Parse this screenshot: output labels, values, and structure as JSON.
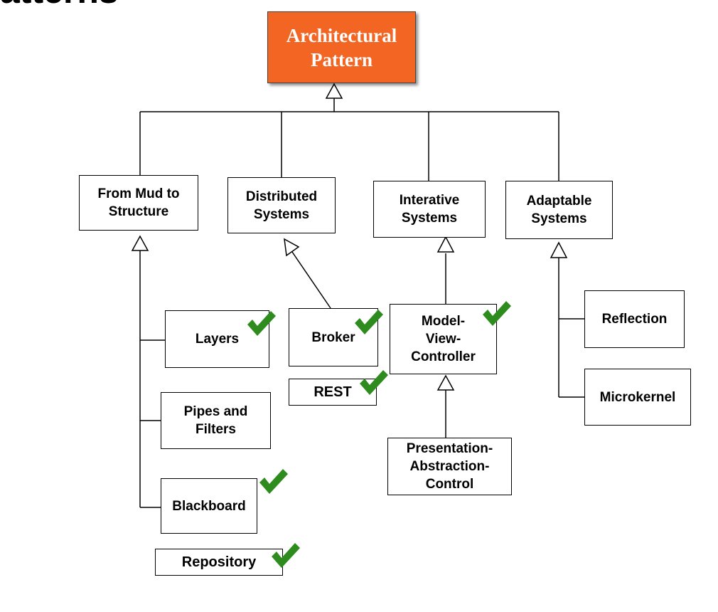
{
  "page_title": "atterns",
  "root": {
    "label": "Architectural\nPattern",
    "color": "#f26522"
  },
  "categories": {
    "mud": "From Mud to\nStructure",
    "distributed": "Distributed\nSystems",
    "interactive": "Interative\nSystems",
    "adaptable": "Adaptable\nSystems"
  },
  "patterns": {
    "layers": "Layers",
    "pipes": "Pipes and\nFilters",
    "blackboard": "Blackboard",
    "repository": "Repository",
    "broker": "Broker",
    "rest": "REST",
    "mvc": "Model-\nView-\nController",
    "pac": "Presentation-\nAbstraction-\nControl",
    "reflection": "Reflection",
    "microkernel": "Microkernel"
  },
  "checked": [
    "layers",
    "blackboard",
    "repository",
    "broker",
    "rest",
    "mvc"
  ],
  "check_color": "#2e8b1e"
}
